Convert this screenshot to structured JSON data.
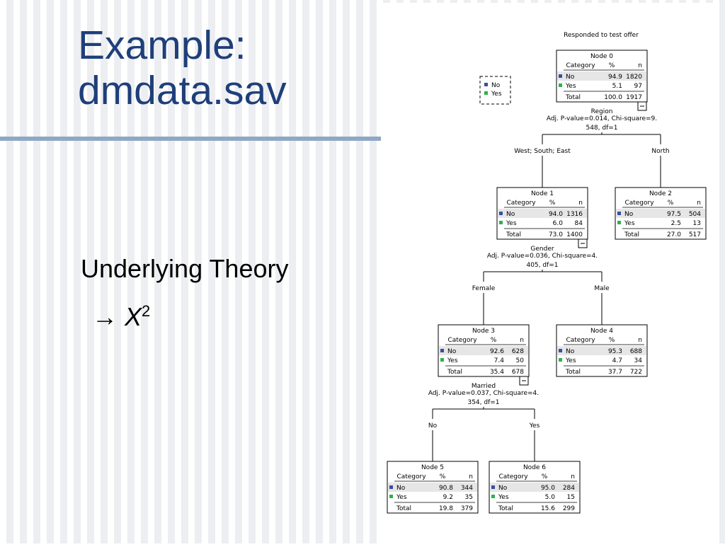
{
  "slide": {
    "title_line1": "Example:",
    "title_line2": "dmdata.sav",
    "body_line1": "Underlying Theory",
    "body_arrow": "→",
    "body_var": "X",
    "body_sup": "2"
  },
  "tree": {
    "title": "Responded to test offer",
    "legend": [
      {
        "label": "No",
        "color": "#3a4ea0"
      },
      {
        "label": "Yes",
        "color": "#2cb44a"
      }
    ],
    "header": {
      "category": "Category",
      "percent": "%",
      "n": "n"
    },
    "total_label": "Total",
    "collapse_icon": "–",
    "nodes": [
      {
        "title": "Node 0",
        "rows": [
          {
            "cat": "No",
            "pct": "94.9",
            "n": "1820"
          },
          {
            "cat": "Yes",
            "pct": "5.1",
            "n": "97"
          }
        ],
        "total_pct": "100.0",
        "total_n": "1917"
      },
      {
        "title": "Node 1",
        "rows": [
          {
            "cat": "No",
            "pct": "94.0",
            "n": "1316"
          },
          {
            "cat": "Yes",
            "pct": "6.0",
            "n": "84"
          }
        ],
        "total_pct": "73.0",
        "total_n": "1400"
      },
      {
        "title": "Node 2",
        "rows": [
          {
            "cat": "No",
            "pct": "97.5",
            "n": "504"
          },
          {
            "cat": "Yes",
            "pct": "2.5",
            "n": "13"
          }
        ],
        "total_pct": "27.0",
        "total_n": "517"
      },
      {
        "title": "Node 3",
        "rows": [
          {
            "cat": "No",
            "pct": "92.6",
            "n": "628"
          },
          {
            "cat": "Yes",
            "pct": "7.4",
            "n": "50"
          }
        ],
        "total_pct": "35.4",
        "total_n": "678"
      },
      {
        "title": "Node 4",
        "rows": [
          {
            "cat": "No",
            "pct": "95.3",
            "n": "688"
          },
          {
            "cat": "Yes",
            "pct": "4.7",
            "n": "34"
          }
        ],
        "total_pct": "37.7",
        "total_n": "722"
      },
      {
        "title": "Node 5",
        "rows": [
          {
            "cat": "No",
            "pct": "90.8",
            "n": "344"
          },
          {
            "cat": "Yes",
            "pct": "9.2",
            "n": "35"
          }
        ],
        "total_pct": "19.8",
        "total_n": "379"
      },
      {
        "title": "Node 6",
        "rows": [
          {
            "cat": "No",
            "pct": "95.0",
            "n": "284"
          },
          {
            "cat": "Yes",
            "pct": "5.0",
            "n": "15"
          }
        ],
        "total_pct": "15.6",
        "total_n": "299"
      }
    ],
    "splits": [
      {
        "var": "Region",
        "stats1": "Adj. P-value=0.014, Chi-square=9.",
        "stats2": "548, df=1",
        "left": "West; South; East",
        "right": "North"
      },
      {
        "var": "Gender",
        "stats1": "Adj. P-value=0.036, Chi-square=4.",
        "stats2": "405, df=1",
        "left": "Female",
        "right": "Male"
      },
      {
        "var": "Married",
        "stats1": "Adj. P-value=0.037, Chi-square=4.",
        "stats2": "354, df=1",
        "left": "No",
        "right": "Yes"
      }
    ]
  }
}
